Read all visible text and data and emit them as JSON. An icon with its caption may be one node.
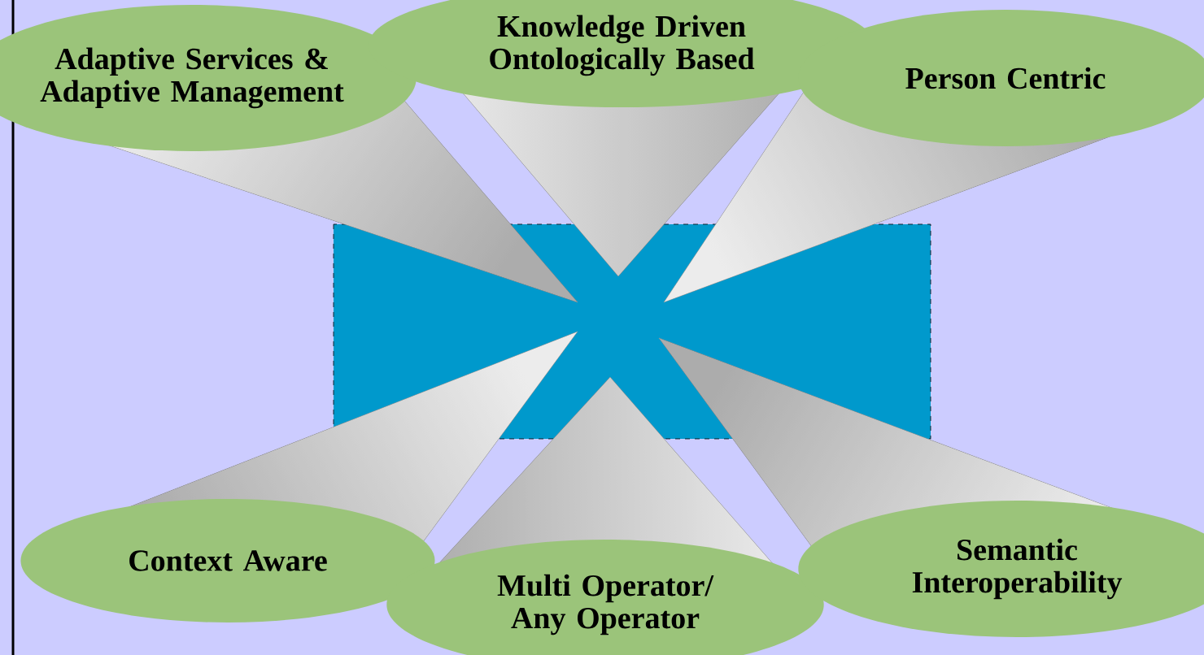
{
  "diagram": {
    "nodes": [
      {
        "text": [
          "Adaptive Services & Adaptive Management"
        ]
      },
      {
        "text": [
          "Knowledge Driven Ontologically Based"
        ]
      },
      {
        "text": [
          "Person Centric"
        ]
      },
      {
        "text": [
          "Context Aware"
        ]
      },
      {
        "text": [
          "Multi Operator/ Any Operator"
        ]
      },
      {
        "text": [
          "Semantic Interoperability"
        ]
      }
    ]
  }
}
